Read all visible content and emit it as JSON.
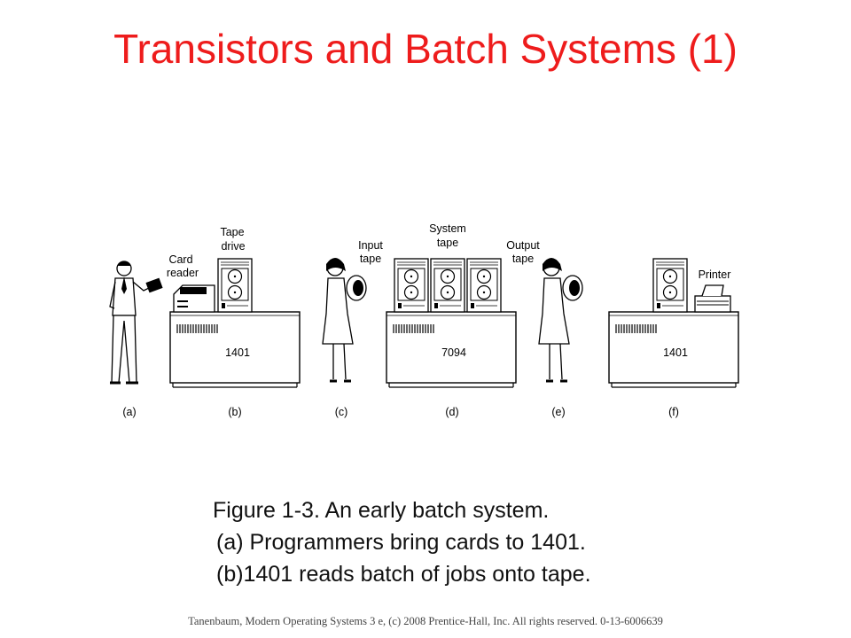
{
  "slide": {
    "title": "Transistors and Batch Systems (1)",
    "caption_line1": "Figure 1-3. An early batch system.",
    "caption_line2": "(a) Programmers bring cards to 1401.",
    "caption_line3": "(b)1401 reads batch of jobs onto tape.",
    "footer": "Tanenbaum, Modern Operating Systems 3 e, (c) 2008 Prentice-Hall, Inc. All rights reserved. 0-13-6006639",
    "title_color": "#ee1c1c"
  },
  "figure": {
    "label_card_reader_1": "Card",
    "label_card_reader_2": "reader",
    "label_tape_drive_1": "Tape",
    "label_tape_drive_2": "drive",
    "label_input_tape_1": "Input",
    "label_input_tape_2": "tape",
    "label_system_tape_1": "System",
    "label_system_tape_2": "tape",
    "label_output_tape_1": "Output",
    "label_output_tape_2": "tape",
    "label_printer": "Printer",
    "machine_b": "1401",
    "machine_d": "7094",
    "machine_f": "1401",
    "panel_a": "(a)",
    "panel_b": "(b)",
    "panel_c": "(c)",
    "panel_d": "(d)",
    "panel_e": "(e)",
    "panel_f": "(f)"
  }
}
